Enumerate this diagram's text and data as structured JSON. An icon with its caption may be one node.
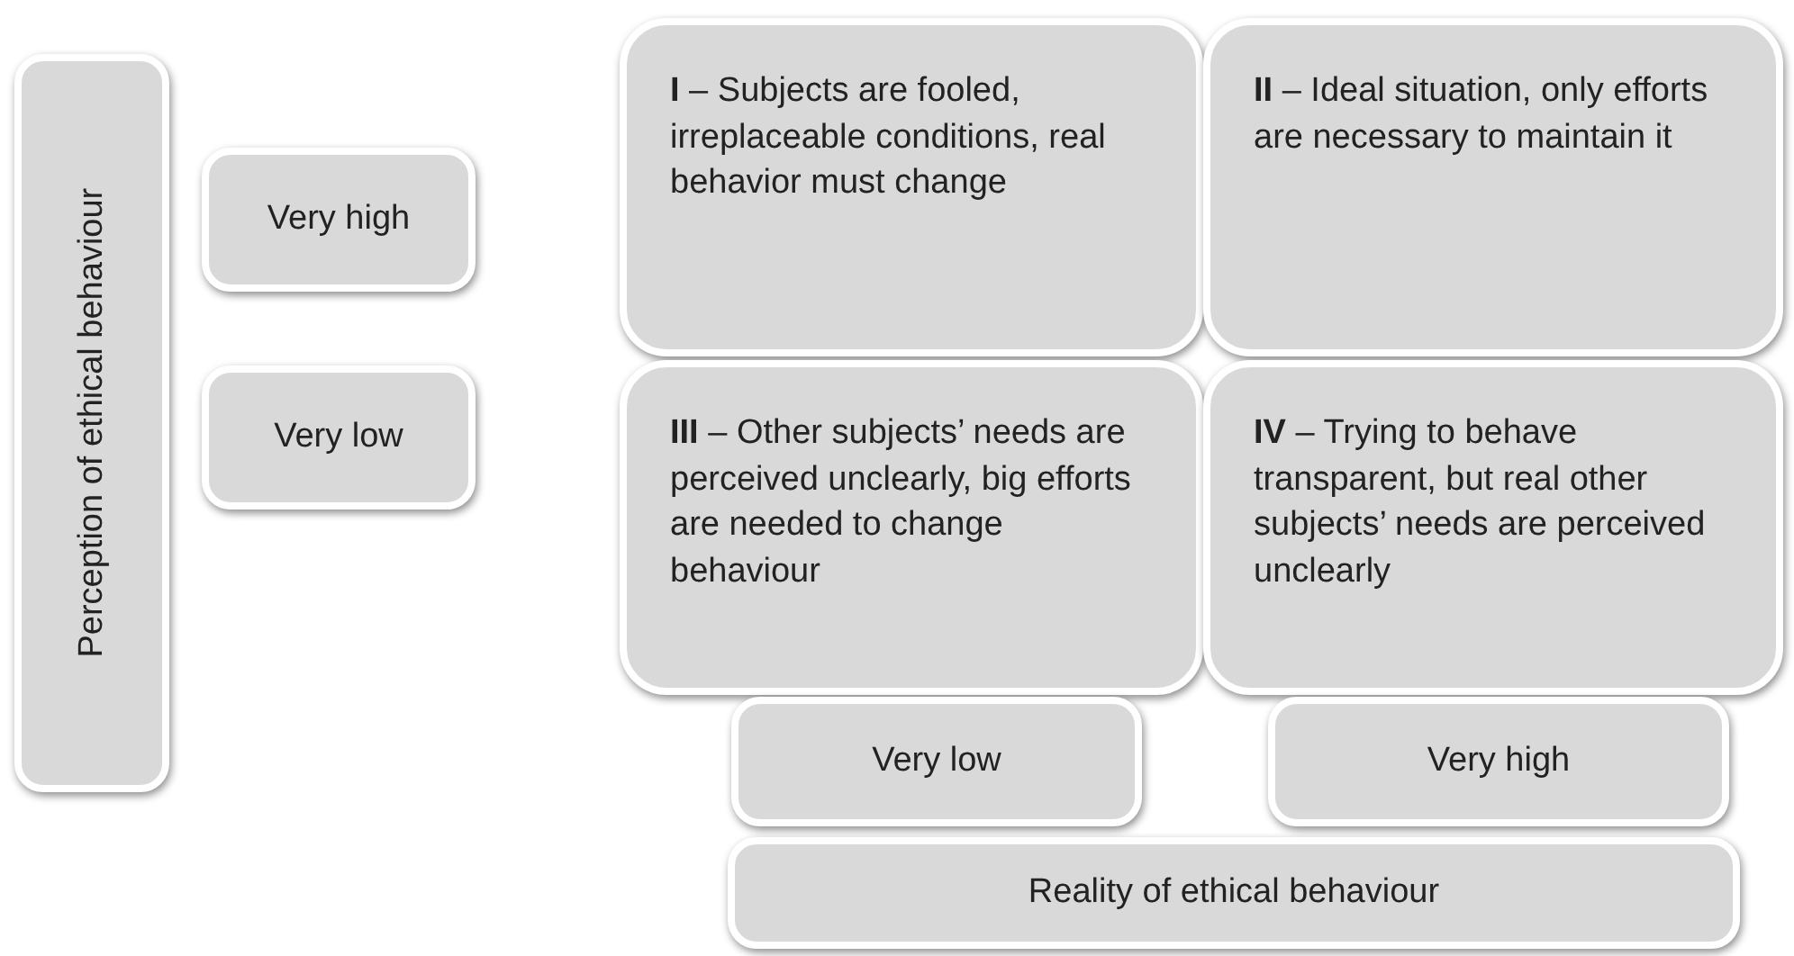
{
  "diagram": {
    "nodes": [
      {
        "text": [
          "Perception of ethical behaviour"
        ]
      },
      {
        "text": [
          "Very high"
        ]
      },
      {
        "text": [
          "Very low"
        ]
      },
      {
        "text": [
          "**I** – Subjects are fooled, irreplaceable conditions, real behavior must change"
        ]
      },
      {
        "text": [
          "**II** – Ideal situation, only efforts are necessary to maintain it"
        ]
      },
      {
        "text": [
          "**III** – Other subjects’ needs are perceived unclearly, big efforts are needed to change behaviour"
        ]
      },
      {
        "text": [
          "**IV** – Trying to behave transparent, but real other subjects’ needs are perceived unclearly"
        ]
      },
      {
        "text": [
          "Very low"
        ]
      },
      {
        "text": [
          "Very high"
        ]
      },
      {
        "text": [
          "Reality of ethical behaviour"
        ]
      }
    ],
    "edges": []
  }
}
